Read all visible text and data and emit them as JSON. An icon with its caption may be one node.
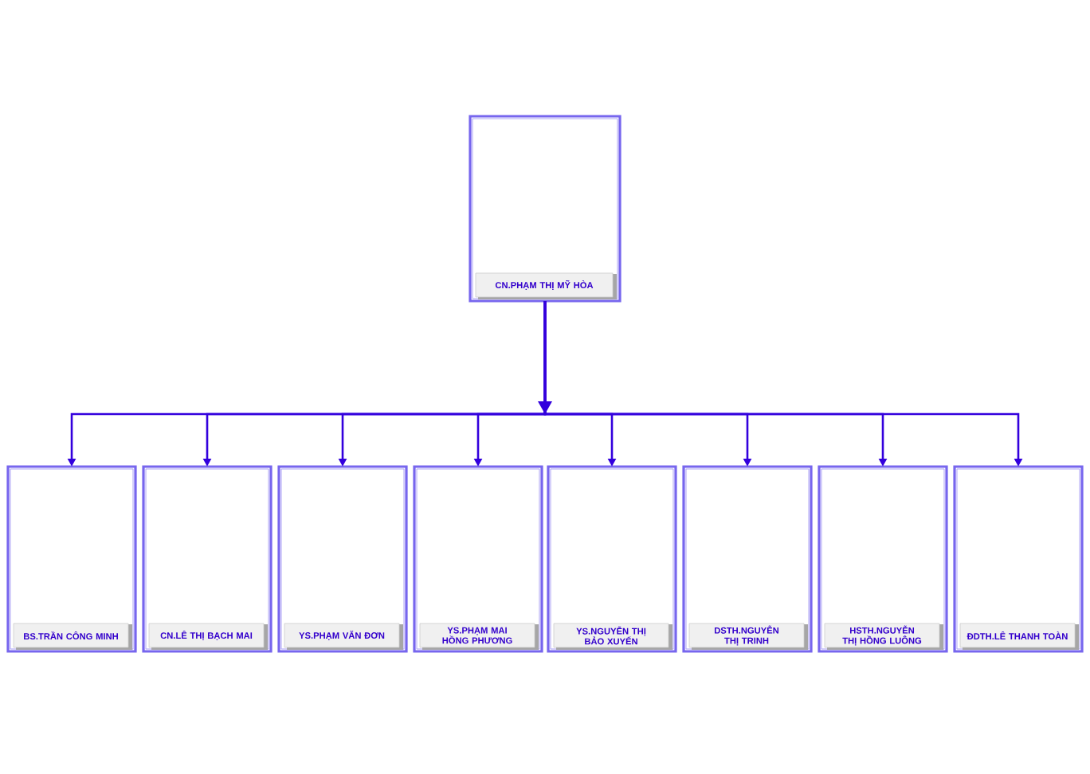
{
  "diagram": {
    "nodes": [
      {
        "text": [
          "CN.PHẠM THỊ MỸ HÒA"
        ]
      },
      {
        "text": [
          "BS.TRẦN CÔNG MINH"
        ]
      },
      {
        "text": [
          "CN.LÊ THỊ BẠCH MAI"
        ]
      },
      {
        "text": [
          "YS.PHẠM VĂN ĐƠN"
        ]
      },
      {
        "text": [
          "YS.PHẠM MAI HỒNG PHƯƠNG"
        ]
      },
      {
        "text": [
          "YS.NGUYỄN THỊ BẢO XUYẾN"
        ]
      },
      {
        "text": [
          "DSTH.NGUYỄN THỊ TRINH"
        ]
      },
      {
        "text": [
          "HSTH.NGUYỄN THỊ HỒNG LUÔNG"
        ]
      },
      {
        "text": [
          "ĐDTH.LÊ THANH TOÀN"
        ]
      }
    ],
    "edges": [
      {
        "from": 0,
        "to": 1,
        "arrow": "to"
      },
      {
        "from": 0,
        "to": 2,
        "arrow": "to"
      },
      {
        "from": 0,
        "to": 3,
        "arrow": "to"
      },
      {
        "from": 0,
        "to": 4,
        "arrow": "to"
      },
      {
        "from": 0,
        "to": 5,
        "arrow": "to"
      },
      {
        "from": 0,
        "to": 6,
        "arrow": "to"
      },
      {
        "from": 0,
        "to": 7,
        "arrow": "to"
      },
      {
        "from": 0,
        "to": 8,
        "arrow": "to"
      }
    ]
  }
}
